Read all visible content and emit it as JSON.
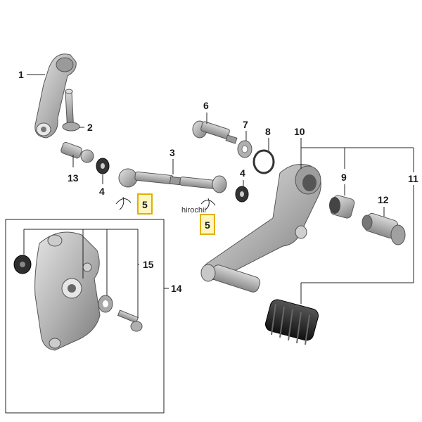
{
  "labels": {
    "p1": "1",
    "p2": "2",
    "p3": "3",
    "p4a": "4",
    "p4b": "4",
    "p5a": "5",
    "p5b": "5",
    "p6": "6",
    "p7": "7",
    "p8": "8",
    "p9": "9",
    "p10": "10",
    "p11": "11",
    "p12": "12",
    "p13": "13",
    "p14": "14",
    "p15": "15"
  },
  "watermark": "hirochii",
  "colors": {
    "highlight_border": "#e0b000",
    "highlight_fill": "#fff6c0",
    "part_metal": "#b9b9b9",
    "part_rubber": "#2b2b2b"
  }
}
